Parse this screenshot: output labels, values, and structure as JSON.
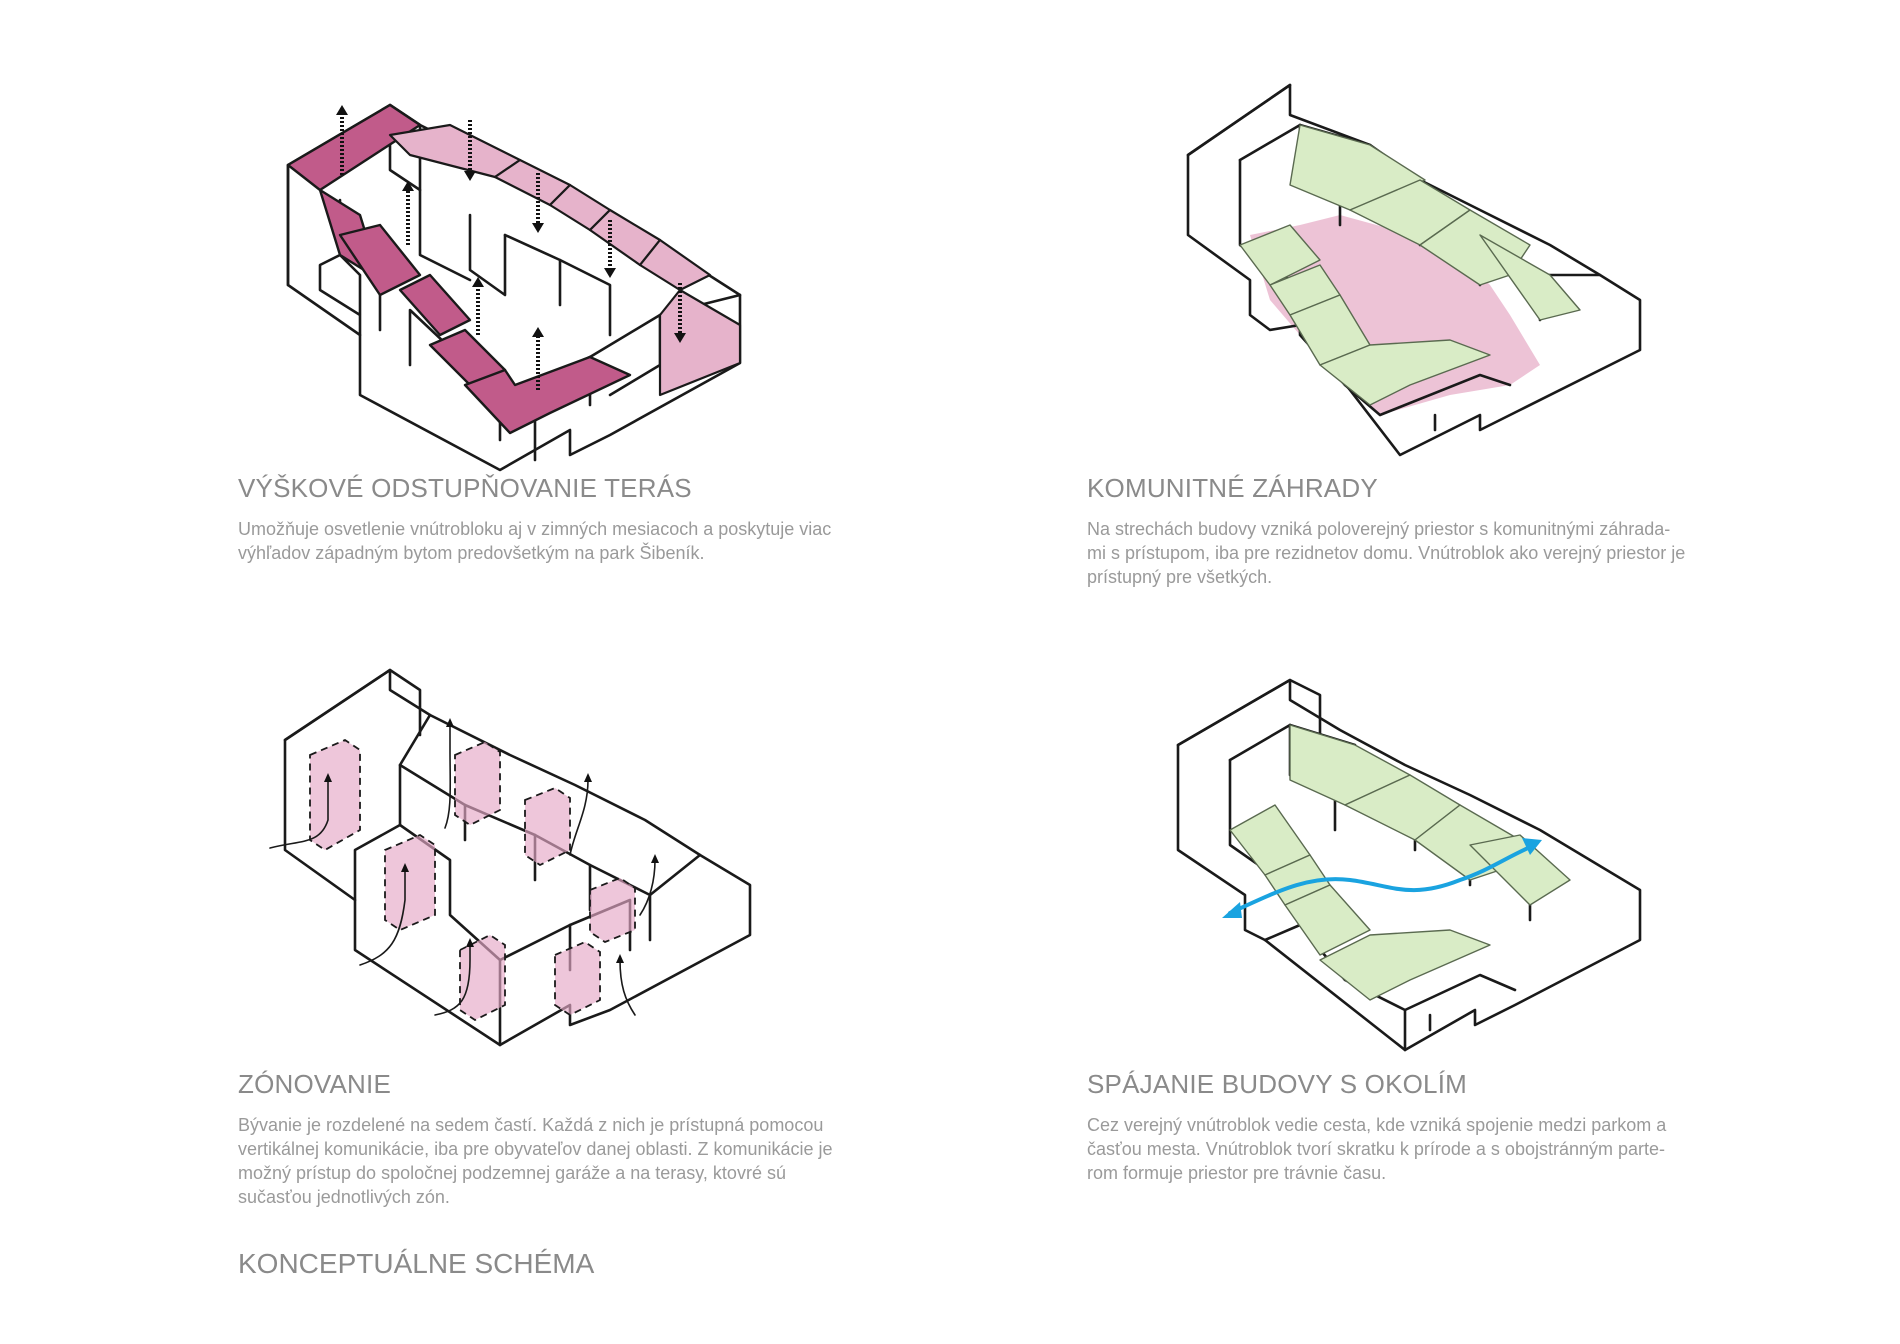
{
  "sections": [
    {
      "title": "VÝŠKOVÉ ODSTUPŇOVANIE TERÁS",
      "text": "Umožňuje osvetlenie vnútrobloku aj v zimných mesiacoch a poskytuje viac výhľadov západným bytom predovšetkým na park Šibeník."
    },
    {
      "title": "KOMUNITNÉ ZÁHRADY",
      "text": "Na strechách budovy vzniká poloverejný priestor s komunitnými záhrada-mi s prístupom, iba pre rezidnetov domu. Vnútroblok ako verejný priestor je prístupný pre všetkých."
    },
    {
      "title": "ZÓNOVANIE",
      "text": "Bývanie je rozdelené na sedem častí. Každá z nich je prístupná pomocou vertikálnej komunikácie, iba pre obyvateľov danej oblasti. Z komunikácie je možný prístup do spoločnej podzemnej garáže a na terasy, ktovré sú sučasťou jednotlivých zón."
    },
    {
      "title": "SPÁJANIE BUDOVY S OKOLÍM",
      "text": "Cez verejný vnútroblok vedie cesta, kde vzniká spojenie medzi parkom a časťou mesta. Vnútroblok tvorí skratku k prírode a s obojstránným parte-rom formuje priestor pre trávnie času."
    }
  ],
  "footer": {
    "title": "KONCEPTUÁLNE SCHÉMA"
  },
  "colors": {
    "magenta": "#c15b8a",
    "light_pink": "#e6b3cb",
    "green": "#d9ecc6",
    "path_blue": "#1aa3e0",
    "line": "#1a1a1a",
    "text": "#9a9a9a"
  }
}
